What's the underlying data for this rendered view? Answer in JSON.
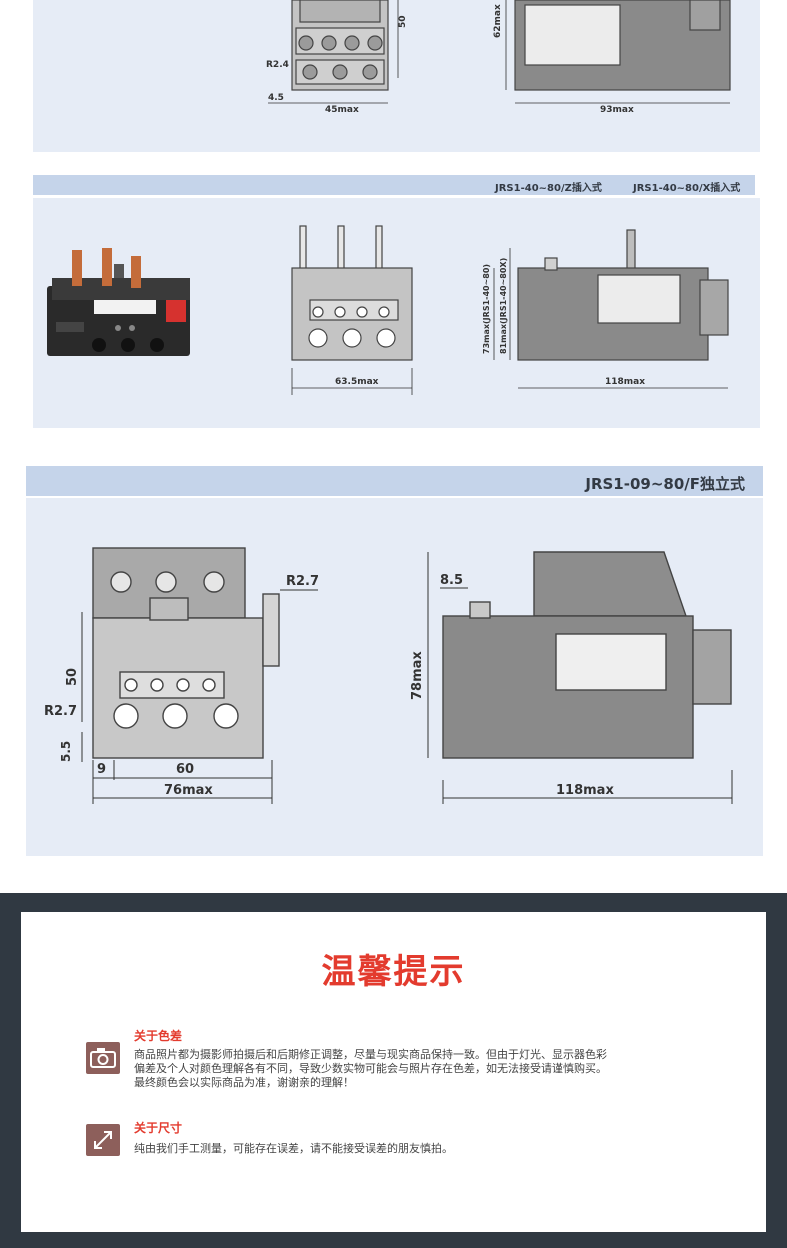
{
  "section1": {
    "dims": {
      "r24": "R2.4",
      "w45": "4.5",
      "v50": "50",
      "w45max": "45max",
      "h62max": "62max",
      "w93max": "93max"
    }
  },
  "section2": {
    "band_left": "JRS1-40~80/Z插入式",
    "band_right": "JRS1-40~80/X插入式",
    "dims": {
      "w635max": "63.5max",
      "h73": "73max(JRS1-40~80)",
      "h81": "81max(JRS1-40~80X)",
      "w118max": "118max"
    }
  },
  "section3": {
    "band": "JRS1-09~80/F独立式",
    "dims": {
      "r27a": "R2.7",
      "v50": "50",
      "r27b": "R2.7",
      "v55": "5.5",
      "w9": "9",
      "w60": "60",
      "w76max": "76max",
      "w85": "8.5",
      "h78max": "78max",
      "w118max": "118max"
    }
  },
  "notice": {
    "title": "温馨提示",
    "color_tip": {
      "heading": "关于色差",
      "line1": "商品照片都为摄影师拍摄后和后期修正调整，尽量与现实商品保持一致。但由于灯光、显示器色彩",
      "line2": "偏差及个人对颜色理解各有不同，导致少数实物可能会与照片存在色差，如无法接受请谨慎购买。",
      "line3": "最终颜色会以实际商品为准，谢谢亲的理解！"
    },
    "size_tip": {
      "heading": "关于尺寸",
      "line1": "纯由我们手工测量，可能存在误差，请不能接受误差的朋友慎拍。"
    }
  },
  "colors": {
    "panel": "#e6ecf6",
    "band": "#c5d4ea",
    "accent": "#e33b2e",
    "frame": "#303942",
    "icon": "#8d5f5b"
  }
}
